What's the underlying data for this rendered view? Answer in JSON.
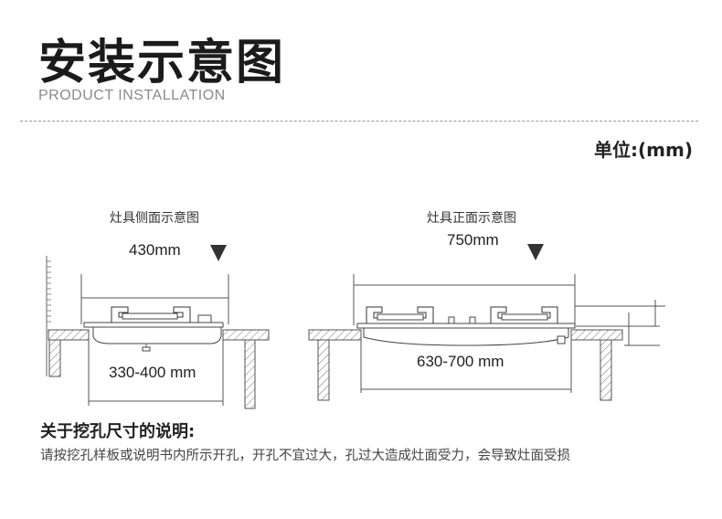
{
  "header": {
    "title": "安装示意图",
    "subtitle": "PRODUCT INSTALLATION",
    "unit": "单位:(mm)"
  },
  "side_view": {
    "caption": "灶具侧面示意图",
    "top_dimension": "430mm",
    "cutout_dimension": "330-400 mm"
  },
  "front_view": {
    "caption": "灶具正面示意图",
    "top_dimension": "750mm",
    "cutout_dimension": "630-700 mm"
  },
  "notes": {
    "title": "关于挖孔尺寸的说明:",
    "body": "请按挖孔样板或说明书内所示开孔，开孔不宜过大，孔过大造成灶面受力，会导致灶面受损"
  }
}
